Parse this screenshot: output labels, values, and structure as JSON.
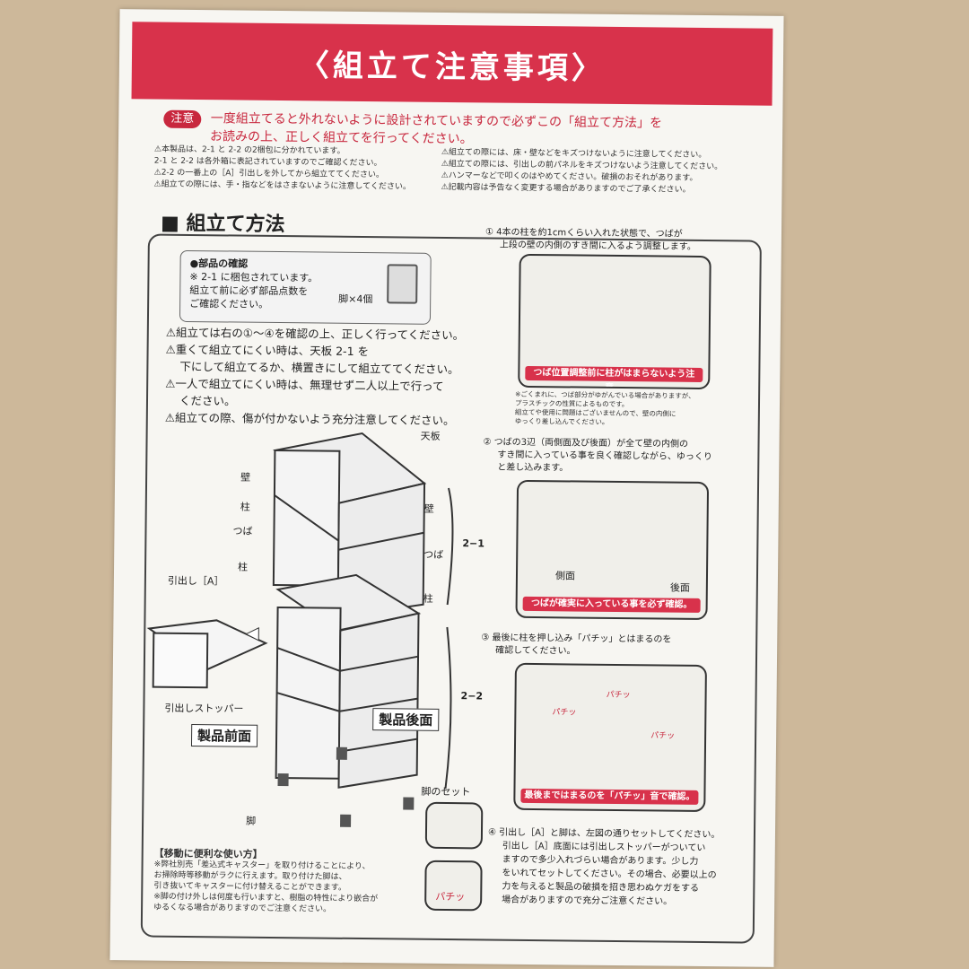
{
  "header": {
    "title": "〈組立て注意事項〉"
  },
  "notice": {
    "badge": "注意",
    "line1": "一度組立てると外れないように設計されていますので必ずこの「組立て方法」を",
    "line2": "お読みの上、正しく組立てを行ってください。"
  },
  "notes_left": [
    "⚠本製品は、2-1 と 2-2 の2梱包に分かれています。",
    "2-1 と 2-2 は各外箱に表記されていますのでご確認ください。",
    "⚠2-2 の一番上の［A］引出しを外してから組立ててください。",
    "⚠組立ての際には、手・指などをはさまないように注意してください。"
  ],
  "notes_right": [
    "⚠組立ての際には、床・壁などをキズつけないように注意してください。",
    "⚠組立ての際には、引出しの前パネルをキズつけないよう注意してください。",
    "⚠ハンマーなどで叩くのはやめてください。破損のおそれがあります。",
    "⚠記載内容は予告なく変更する場合がありますのでご了承ください。"
  ],
  "method": {
    "title": "■ 組立て方法"
  },
  "parts": {
    "title": "●部品の確認",
    "line1": "※ 2-1 に梱包されています。",
    "line2": "組立て前に必ず部品点数を",
    "line3": "ご確認ください。",
    "legs": "脚×4個"
  },
  "warnings": [
    "⚠組立ては右の①～④を確認の上、正しく行ってください。",
    "⚠重くて組立てにくい時は、天板 2-1 を",
    "下にして組立てるか、横置きにして組立ててください。",
    "⚠一人で組立てにくい時は、無理せず二人以上で行って",
    "ください。",
    "⚠組立ての際、傷が付かないよう充分注意してください。"
  ],
  "steps": {
    "s1a": "① 4本の柱を約1cmくらい入れた状態で、つばが",
    "s1b": "上段の壁の内側のすき間に入るよう調整します。",
    "s1warn": "つば位置調整前に柱がはまらないよう注意。",
    "s1note1": "※ごくまれに、つば部分がゆがんでいる場合がありますが、",
    "s1note2": "プラスチックの性質によるものです。",
    "s1note3": "組立てや使用に問題はございませんので、壁の内側に",
    "s1note4": "ゆっくり差し込んでください。",
    "s2a": "② つばの3辺（両側面及び後面）が全て壁の内側の",
    "s2b": "すき間に入っている事を良く確認しながら、ゆっくり",
    "s2c": "と差し込みます。",
    "s2warn": "つばが確実に入っている事を必ず確認。",
    "s3a": "③ 最後に柱を押し込み「パチッ」とはまるのを",
    "s3b": "確認してください。",
    "s3warn": "最後まではまるのを「パチッ」音で確認。",
    "s4a": "④ 引出し［A］と脚は、左図の通りセットしてください。",
    "s4b": "引出し［A］底面には引出しストッパーがついてい",
    "s4c": "ますので多少入れづらい場合があります。少し力",
    "s4d": "をいれてセットしてください。その場合、必要以上の",
    "s4e": "力を与えると製品の破損を招き思わぬケガをする",
    "s4f": "場合がありますので充分ご注意ください。"
  },
  "diagram": {
    "tenban": "天板",
    "kabe": "壁",
    "hashira": "柱",
    "tsuba": "つば",
    "hikidashi": "引出し［A］",
    "stopper": "引出しストッパー",
    "front": "製品前面",
    "back": "製品後面",
    "ashi": "脚",
    "tag21": "2−1",
    "tag22": "2−2",
    "legset": "脚のセット",
    "pachi": "パチッ",
    "sokumen": "側面",
    "koumen": "後面"
  },
  "move": {
    "title": "【移動に便利な使い方】",
    "l1": "※弊社別売「差込式キャスター」を取り付けることにより、",
    "l2": "お掃除時等移動がラクに行えます。取り付けた脚は、",
    "l3": "引き抜いてキャスターに付け替えることができます。",
    "l4": "※脚の付け外しは何度も行いますと、樹脂の特性により嵌合が",
    "l5": "ゆるくなる場合がありますのでご注意ください。"
  },
  "colors": {
    "accent": "#d8324b",
    "paper": "#f7f6f2",
    "table": "#cdb89a"
  }
}
